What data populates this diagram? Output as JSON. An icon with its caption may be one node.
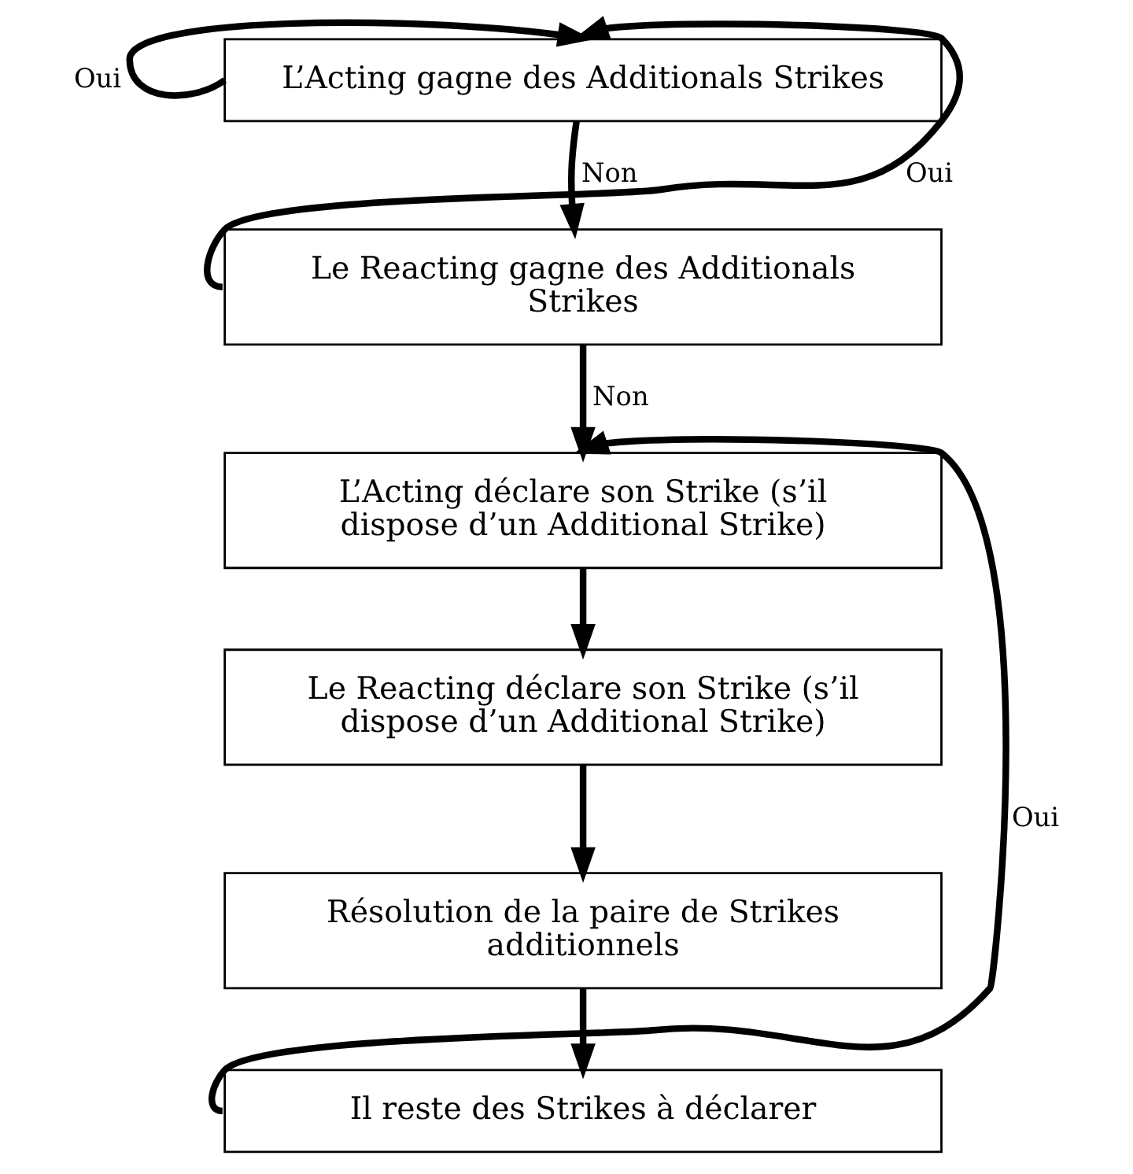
{
  "diagram": {
    "nodes": [
      {
        "text": [
          "L’Acting gagne des Additionals Strikes"
        ]
      },
      {
        "text": [
          "Le Reacting gagne des Additionals Strikes"
        ]
      },
      {
        "text": [
          "L’Acting déclare son Strike (s’il dispose d’un Additional Strike)"
        ]
      },
      {
        "text": [
          "Le Reacting déclare son Strike (s’il dispose d’un Additional Strike)"
        ]
      },
      {
        "text": [
          "Résolution de la paire de Strikes additionnels"
        ]
      },
      {
        "text": [
          "Il reste des Strikes à déclarer"
        ]
      }
    ],
    "edges": [
      {
        "from": 0,
        "to": 0,
        "arrow": "to",
        "label": "Oui"
      },
      {
        "from": 0,
        "to": 1,
        "arrow": "to",
        "label": "Non"
      },
      {
        "from": 1,
        "to": 0,
        "arrow": "to",
        "label": "Oui"
      },
      {
        "from": 1,
        "to": 2,
        "arrow": "to",
        "label": "Non"
      },
      {
        "from": 2,
        "to": 3,
        "arrow": "to"
      },
      {
        "from": 3,
        "to": 4,
        "arrow": "to"
      },
      {
        "from": 4,
        "to": 5,
        "arrow": "to"
      },
      {
        "from": 5,
        "to": 2,
        "arrow": "to",
        "label": "Oui"
      }
    ]
  }
}
